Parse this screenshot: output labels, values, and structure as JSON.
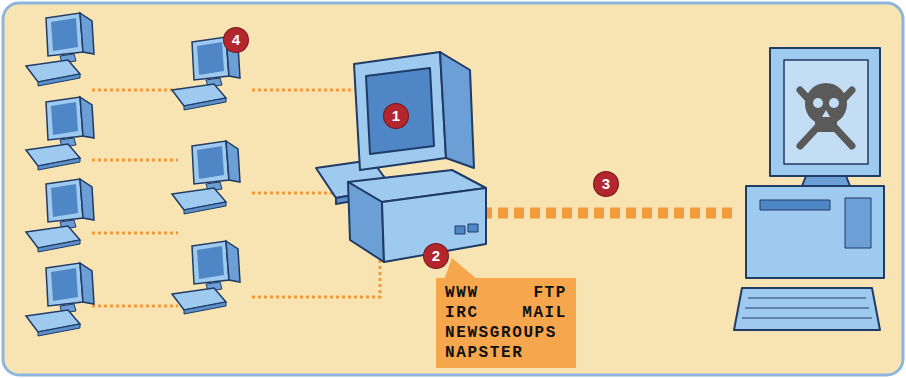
{
  "diagram": {
    "nodes": [
      {
        "text": [
          "WWW FTP IRC MAIL NEWSGROUPS NAPSTER"
        ]
      }
    ],
    "labels": [
      "1",
      "2",
      "3",
      "4"
    ]
  }
}
